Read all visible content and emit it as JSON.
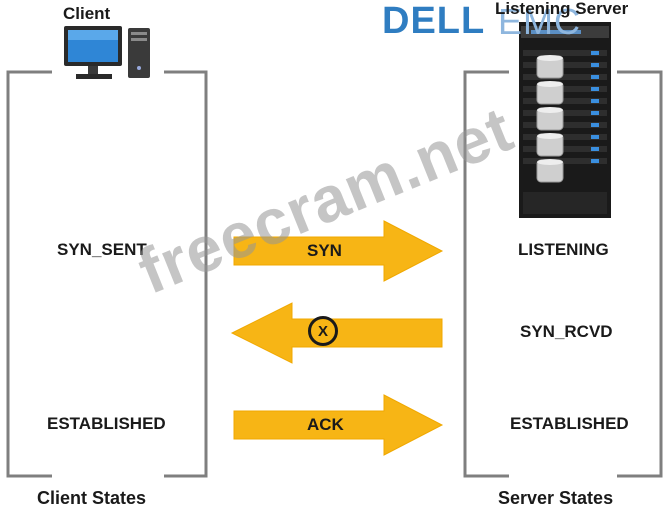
{
  "client": {
    "title": "Client",
    "footer": "Client States"
  },
  "server": {
    "title": "Listening Server",
    "footer": "Server States"
  },
  "client_states": {
    "syn_sent": "SYN_SENT",
    "established": "ESTABLISHED"
  },
  "server_states": {
    "listening": "LISTENING",
    "syn_rcvd": "SYN_RCVD",
    "established": "ESTABLISHED"
  },
  "arrows": {
    "syn": {
      "label": "SYN",
      "direction": "right"
    },
    "middle": {
      "label": "X",
      "direction": "left"
    },
    "ack": {
      "label": "ACK",
      "direction": "right"
    }
  },
  "logo": {
    "dell": "DELL",
    "emc": "EMC"
  },
  "watermark": "freecram.net",
  "colors": {
    "arrow": "#f7b515",
    "arrow_edge": "#f0a800",
    "bracket": "#7f7f7f",
    "logo": "#2f7dc1"
  }
}
